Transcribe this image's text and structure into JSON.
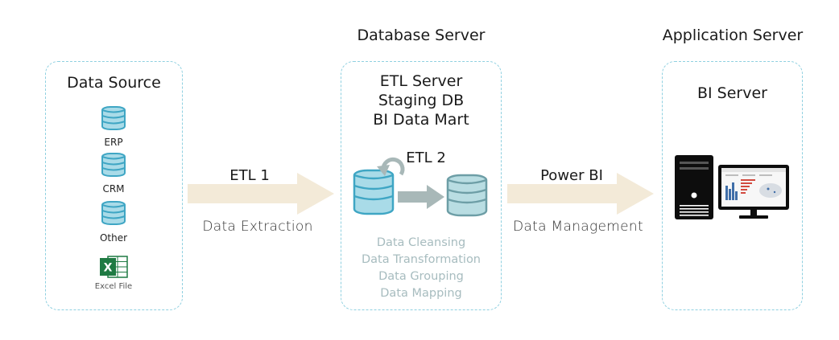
{
  "columns": {
    "db_server_title": "Database Server",
    "app_server_title": "Application Server"
  },
  "data_source": {
    "title": "Data Source",
    "items": [
      {
        "label": "ERP",
        "icon": "database-icon"
      },
      {
        "label": "CRM",
        "icon": "database-icon"
      },
      {
        "label": "Other",
        "icon": "database-icon"
      }
    ],
    "excel_label": "Excel File"
  },
  "etl1": {
    "title": "ETL 1",
    "caption": "Data Extraction"
  },
  "database_server": {
    "lines": [
      "ETL Server",
      "Staging DB",
      "BI Data Mart"
    ],
    "etl2_label": "ETL 2",
    "steps": [
      "Data Cleansing",
      "Data Transformation",
      "Data Grouping",
      "Data Mapping"
    ]
  },
  "power_bi": {
    "title": "Power BI",
    "caption": "Data Management"
  },
  "bi_server": {
    "title": "BI Server"
  },
  "colors": {
    "dashed_border": "#8fd0e0",
    "arrow": "#f3ead8",
    "db_fill": "#a9dbe8",
    "db_stripe": "#3fa6c4",
    "steps_text": "#a7bcbf",
    "excel_green": "#1f7a43"
  }
}
